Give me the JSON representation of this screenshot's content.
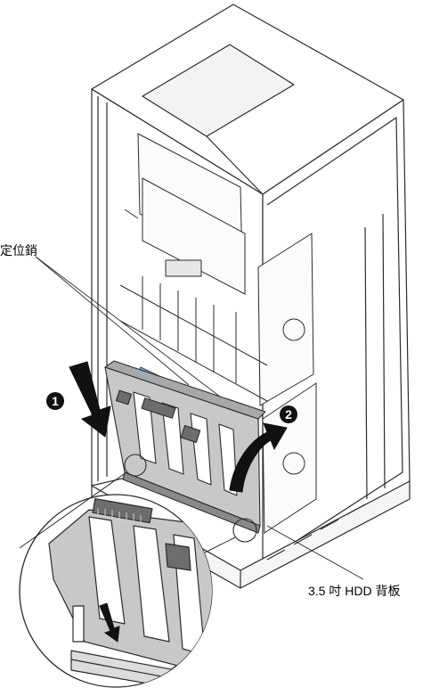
{
  "labels": {
    "alignment_pins": "定位銷",
    "backplate": "3.5 吋 HDD 背板"
  },
  "steps": {
    "step1": "1",
    "step2": "2"
  },
  "colors": {
    "line": "#2b2b2b",
    "chassis_fill": "#ffffff",
    "panel_gray": "#c8c8c8",
    "panel_dark": "#9a9a9a",
    "highlight_blue": "#6aa2d8",
    "arrow_black": "#111111"
  }
}
